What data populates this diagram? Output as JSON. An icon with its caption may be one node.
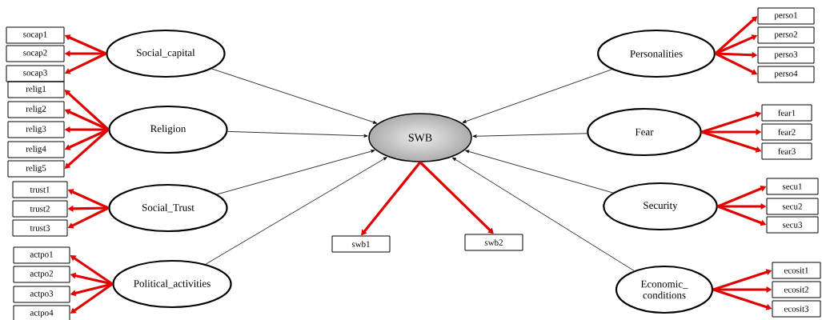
{
  "diagram": {
    "nodes": [
      {
        "text": [
          "Social_capital"
        ]
      },
      {
        "text": [
          "socap1"
        ]
      },
      {
        "text": [
          "socap2"
        ]
      },
      {
        "text": [
          "socap3"
        ]
      },
      {
        "text": [
          "Religion"
        ]
      },
      {
        "text": [
          "relig1"
        ]
      },
      {
        "text": [
          "relig2"
        ]
      },
      {
        "text": [
          "relig3"
        ]
      },
      {
        "text": [
          "relig4"
        ]
      },
      {
        "text": [
          "relig5"
        ]
      },
      {
        "text": [
          "Social_Trust"
        ]
      },
      {
        "text": [
          "trust1"
        ]
      },
      {
        "text": [
          "trust2"
        ]
      },
      {
        "text": [
          "trust3"
        ]
      },
      {
        "text": [
          "Political_activities"
        ]
      },
      {
        "text": [
          "actpo1"
        ]
      },
      {
        "text": [
          "actpo2"
        ]
      },
      {
        "text": [
          "actpo3"
        ]
      },
      {
        "text": [
          "actpo4"
        ]
      },
      {
        "text": [
          "SWB"
        ]
      },
      {
        "text": [
          "swb1"
        ]
      },
      {
        "text": [
          "swb2"
        ]
      },
      {
        "text": [
          "Personalities"
        ]
      },
      {
        "text": [
          "perso1"
        ]
      },
      {
        "text": [
          "perso2"
        ]
      },
      {
        "text": [
          "perso3"
        ]
      },
      {
        "text": [
          "perso4"
        ]
      },
      {
        "text": [
          "Fear"
        ]
      },
      {
        "text": [
          "fear1"
        ]
      },
      {
        "text": [
          "fear2"
        ]
      },
      {
        "text": [
          "fear3"
        ]
      },
      {
        "text": [
          "Security"
        ]
      },
      {
        "text": [
          "secu1"
        ]
      },
      {
        "text": [
          "secu2"
        ]
      },
      {
        "text": [
          "secu3"
        ]
      },
      {
        "text": [
          "Economic_ conditions"
        ]
      },
      {
        "text": [
          "ecosit1"
        ]
      },
      {
        "text": [
          "ecosit2"
        ]
      },
      {
        "text": [
          "ecosit3"
        ]
      }
    ],
    "edges": [
      {
        "from": 0,
        "to": 19,
        "arrow": "to",
        "color": "#000000"
      },
      {
        "from": 4,
        "to": 19,
        "arrow": "to",
        "color": "#000000"
      },
      {
        "from": 10,
        "to": 19,
        "arrow": "to",
        "color": "#000000"
      },
      {
        "from": 14,
        "to": 19,
        "arrow": "to",
        "color": "#000000"
      },
      {
        "from": 22,
        "to": 19,
        "arrow": "to",
        "color": "#000000"
      },
      {
        "from": 27,
        "to": 19,
        "arrow": "to",
        "color": "#000000"
      },
      {
        "from": 31,
        "to": 19,
        "arrow": "to",
        "color": "#000000"
      },
      {
        "from": 35,
        "to": 19,
        "arrow": "to",
        "color": "#000000"
      },
      {
        "from": 0,
        "to": 1,
        "arrow": "to"
      },
      {
        "from": 0,
        "to": 2,
        "arrow": "to"
      },
      {
        "from": 0,
        "to": 3,
        "arrow": "to"
      },
      {
        "from": 4,
        "to": 5,
        "arrow": "to"
      },
      {
        "from": 4,
        "to": 6,
        "arrow": "to"
      },
      {
        "from": 4,
        "to": 7,
        "arrow": "to"
      },
      {
        "from": 4,
        "to": 8,
        "arrow": "to"
      },
      {
        "from": 4,
        "to": 9,
        "arrow": "to"
      },
      {
        "from": 10,
        "to": 11,
        "arrow": "to"
      },
      {
        "from": 10,
        "to": 12,
        "arrow": "to"
      },
      {
        "from": 10,
        "to": 13,
        "arrow": "to"
      },
      {
        "from": 14,
        "to": 15,
        "arrow": "to"
      },
      {
        "from": 14,
        "to": 16,
        "arrow": "to"
      },
      {
        "from": 14,
        "to": 17,
        "arrow": "to"
      },
      {
        "from": 14,
        "to": 18,
        "arrow": "to"
      },
      {
        "from": 19,
        "to": 20,
        "arrow": "to"
      },
      {
        "from": 19,
        "to": 21,
        "arrow": "to"
      },
      {
        "from": 22,
        "to": 23,
        "arrow": "to"
      },
      {
        "from": 22,
        "to": 24,
        "arrow": "to"
      },
      {
        "from": 22,
        "to": 25,
        "arrow": "to"
      },
      {
        "from": 22,
        "to": 26,
        "arrow": "to"
      },
      {
        "from": 27,
        "to": 28,
        "arrow": "to"
      },
      {
        "from": 27,
        "to": 29,
        "arrow": "to"
      },
      {
        "from": 27,
        "to": 30,
        "arrow": "to"
      },
      {
        "from": 31,
        "to": 32,
        "arrow": "to"
      },
      {
        "from": 31,
        "to": 33,
        "arrow": "to"
      },
      {
        "from": 31,
        "to": 34,
        "arrow": "to"
      },
      {
        "from": 35,
        "to": 36,
        "arrow": "to"
      },
      {
        "from": 35,
        "to": 37,
        "arrow": "to"
      },
      {
        "from": 35,
        "to": 38,
        "arrow": "to"
      }
    ]
  }
}
